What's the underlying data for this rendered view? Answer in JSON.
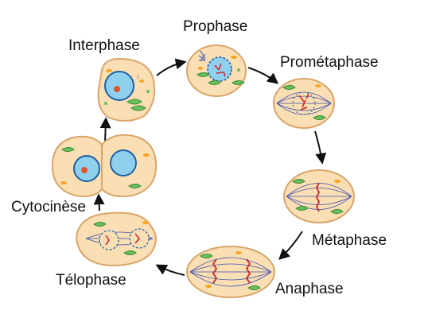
{
  "phases": {
    "interphase": "Interphase",
    "prophase": "Prophase",
    "prometaphase": "Prométaphase",
    "metaphase": "Métaphase",
    "anaphase": "Anaphase",
    "telophase": "Télophase",
    "cytokinesis": "Cytocinèse"
  },
  "colors": {
    "cytoplasm": "#f9dfb3",
    "cytoplasm_edge": "#d9a56a",
    "nucleus": "#8fd0ee",
    "nucleus_edge": "#1e5fa8",
    "nucleolus": "#e2552a",
    "spindle": "#3f4fb0",
    "chromosome": "#d1202a",
    "organelle_green": "#6abf5e",
    "organelle_orange": "#f5a623",
    "arrow": "#111111"
  }
}
